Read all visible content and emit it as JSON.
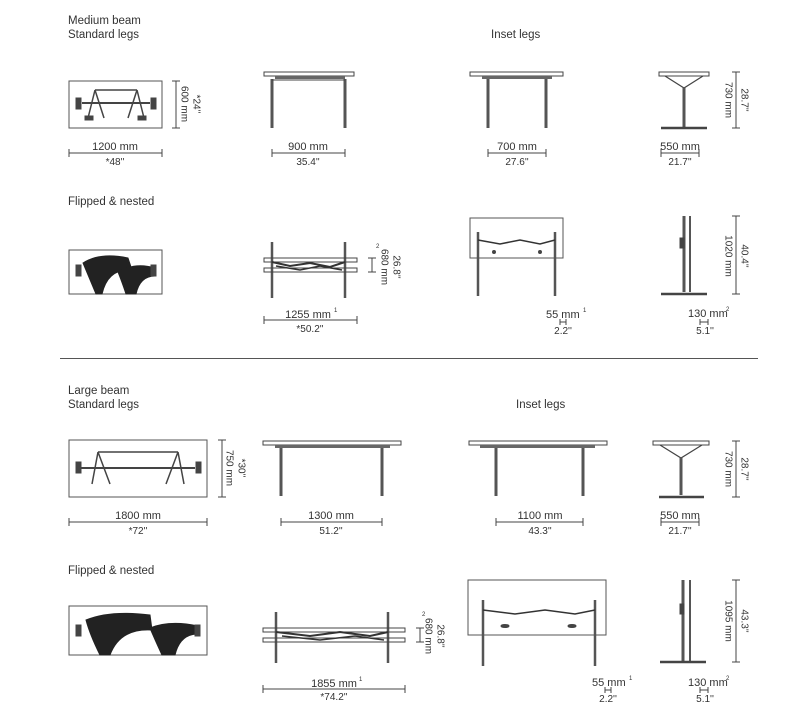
{
  "sections": [
    {
      "title_line1": "Medium beam",
      "title_line2": "Standard legs",
      "inset_title": "Inset legs",
      "top": {
        "plan_width_mm": "1200 mm",
        "plan_width_in": "*48''",
        "plan_depth_mm": "600 mm",
        "plan_depth_in": "*24''",
        "front_mm": "900 mm",
        "front_in": "35.4''",
        "inset_mm": "700 mm",
        "inset_in": "27.6''",
        "side_mm": "550 mm",
        "side_in": "21.7''",
        "height_mm": "730 mm",
        "height_in": "28.7''"
      },
      "nested_title": "Flipped & nested",
      "nested": {
        "length_mm": "1255 mm",
        "length_note": "1",
        "length_in": "*50.2''",
        "height_mm": "680 mm",
        "height_note": "2",
        "height_in": "26.8''",
        "gap_mm": "55 mm",
        "gap_note": "1",
        "gap_in": "2.2''",
        "depth_mm": "130 mm",
        "depth_note": "2",
        "depth_in": "5.1''",
        "tall_mm": "1020 mm",
        "tall_in": "40.4''"
      }
    },
    {
      "title_line1": "Large beam",
      "title_line2": "Standard legs",
      "inset_title": "Inset legs",
      "top": {
        "plan_width_mm": "1800 mm",
        "plan_width_in": "*72''",
        "plan_depth_mm": "750 mm",
        "plan_depth_in": "*30''",
        "front_mm": "1300 mm",
        "front_in": "51.2''",
        "inset_mm": "1100 mm",
        "inset_in": "43.3''",
        "side_mm": "550 mm",
        "side_in": "21.7''",
        "height_mm": "730 mm",
        "height_in": "28.7''"
      },
      "nested_title": "Flipped & nested",
      "nested": {
        "length_mm": "1855 mm",
        "length_note": "1",
        "length_in": "*74.2''",
        "height_mm": "680 mm",
        "height_note": "2",
        "height_in": "26.8''",
        "gap_mm": "55 mm",
        "gap_note": "1",
        "gap_in": "2.2''",
        "depth_mm": "130 mm",
        "depth_note": "2",
        "depth_in": "5.1''",
        "tall_mm": "1095 mm",
        "tall_in": "43.3''"
      }
    }
  ]
}
